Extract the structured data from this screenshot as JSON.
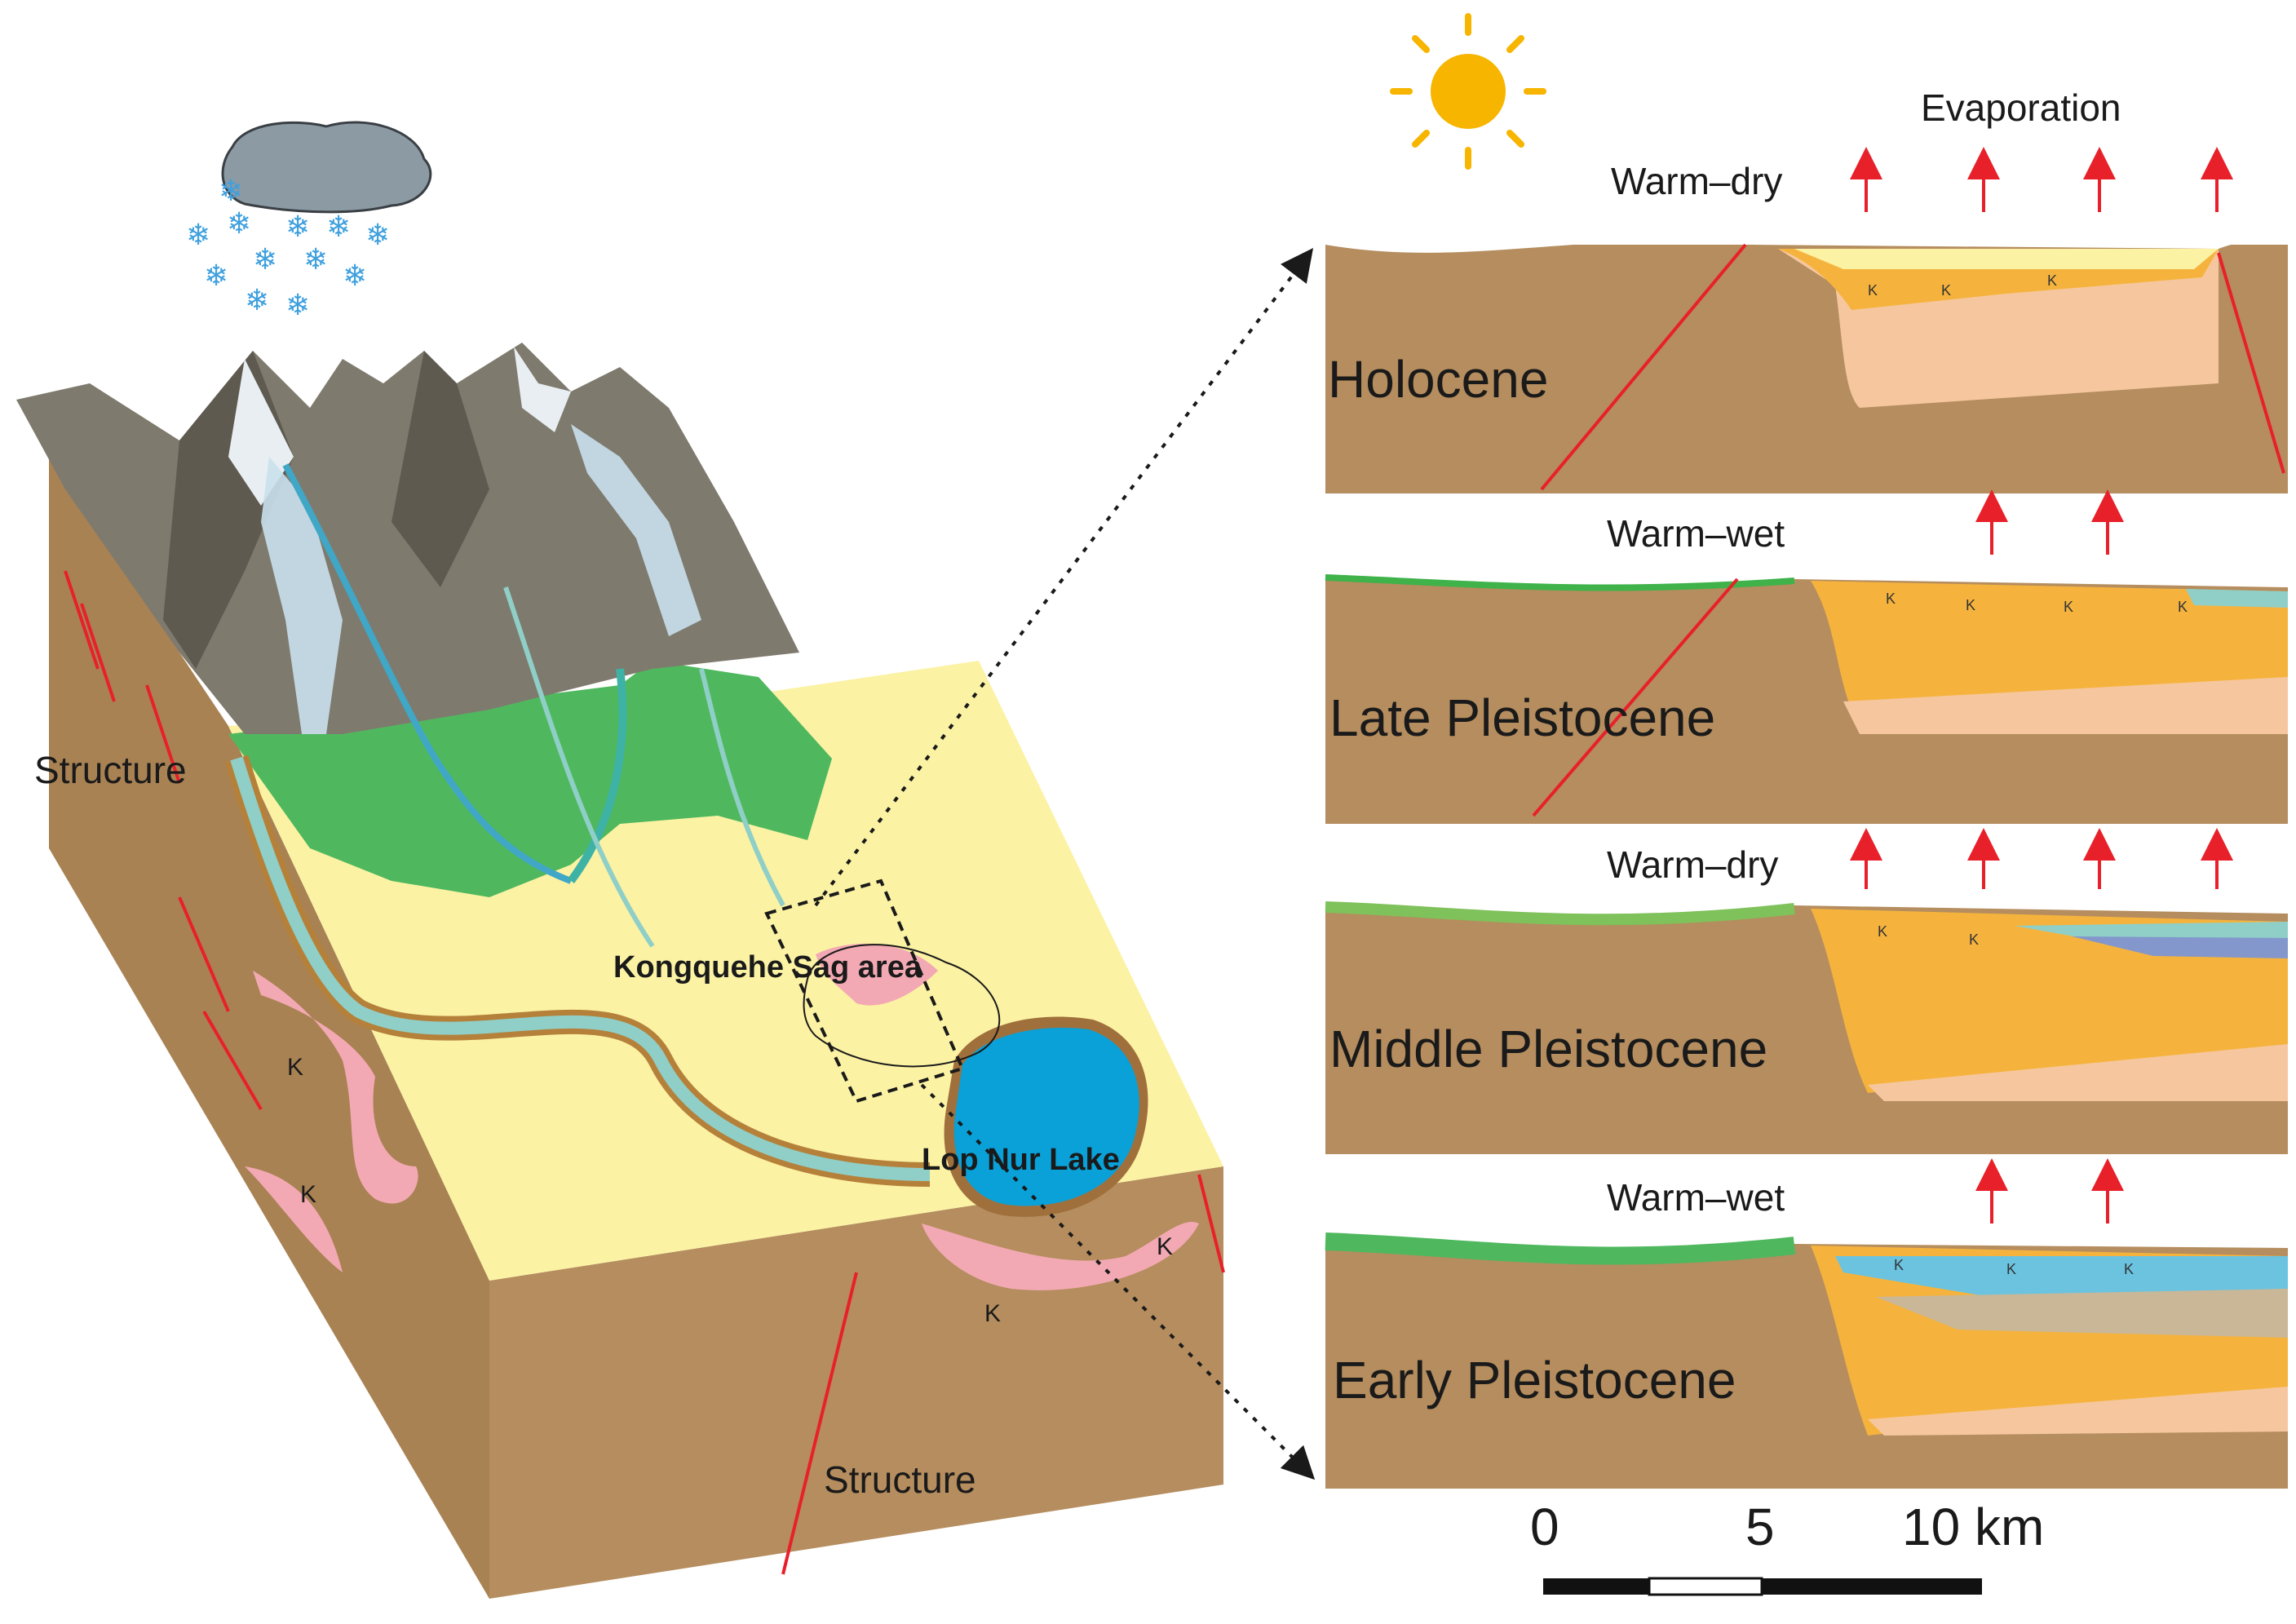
{
  "block": {
    "structure_top": "Structure",
    "structure_bottom": "Structure",
    "sag_area": "Kongquehe Sag area",
    "lake": "Lop Nur Lake",
    "k": "K"
  },
  "panels": {
    "evaporation": "Evaporation",
    "holocene": {
      "era": "Holocene",
      "climate": "Warm–dry"
    },
    "late": {
      "era": "Late Pleistocene",
      "climate": "Warm–wet"
    },
    "middle": {
      "era": "Middle Pleistocene",
      "climate": "Warm–dry"
    },
    "early": {
      "era": "Early Pleistocene",
      "climate": "Warm–wet"
    },
    "k": "K"
  },
  "scale": {
    "zero": "0",
    "five": "5",
    "ten": "10 km"
  },
  "colors": {
    "earth": "#b58d5e",
    "plain": "#fbf2a4",
    "vegetation": "#4fb85e",
    "lake": "#0aa0d8",
    "salt": "#f3a9b3",
    "sand": "#f5b33e",
    "fault": "#e8202a"
  }
}
